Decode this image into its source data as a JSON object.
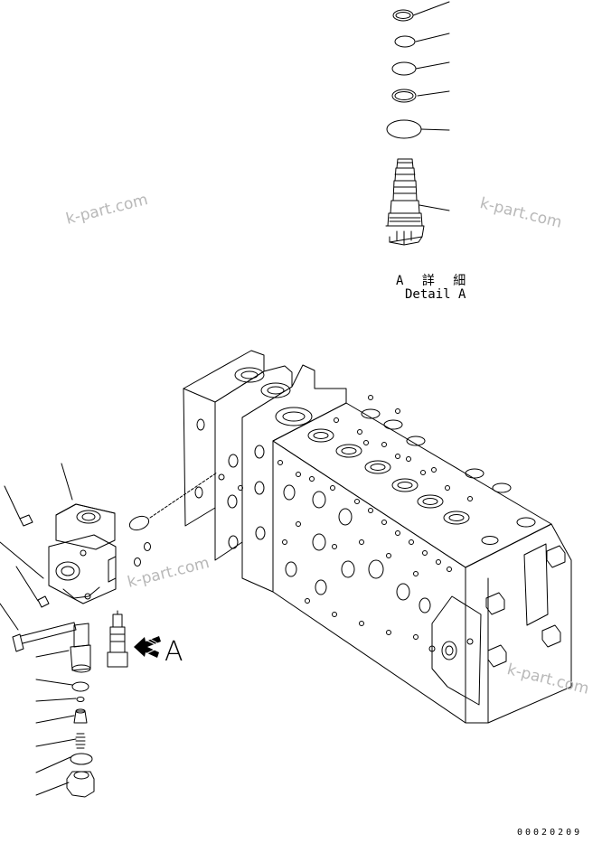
{
  "detail": {
    "label_jp": "A 詳 細",
    "label_en": "Detail A"
  },
  "view_arrow_label": "A",
  "watermarks": [
    "k-part.com",
    "k-part.com",
    "k-part.com",
    "k-part.com"
  ],
  "drawing_number": "00020209",
  "colors": {
    "line": "#000000",
    "watermark": "#b8b8b8",
    "background": "#ffffff"
  }
}
